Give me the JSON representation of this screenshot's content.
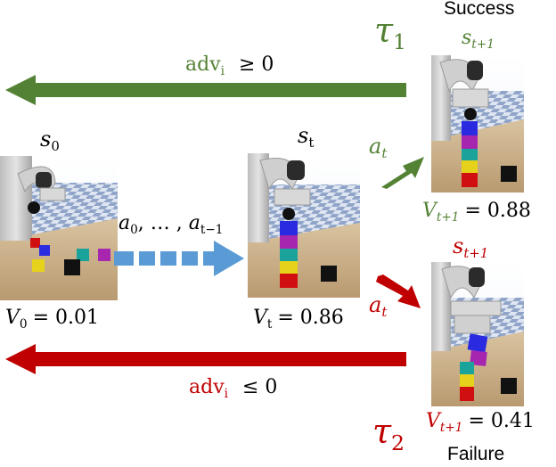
{
  "labels": {
    "success": "Success",
    "failure": "Failure",
    "tau1": {
      "base": "τ",
      "sub": "1"
    },
    "tau2": {
      "base": "τ",
      "sub": "2"
    },
    "adv_top": {
      "base": "adv",
      "sub": "i",
      "rel": "≥ 0"
    },
    "adv_bottom": {
      "base": "adv",
      "sub": "i",
      "rel": "≤ 0"
    },
    "s0": {
      "base": "s",
      "sub": "0"
    },
    "st": {
      "base": "s",
      "sub": "t"
    },
    "s_next_success": {
      "base": "s",
      "sub": "t+1"
    },
    "s_next_failure": {
      "base": "s",
      "sub": "t+1"
    },
    "a_success": {
      "base": "a",
      "sub": "t"
    },
    "a_failure": {
      "base": "a",
      "sub": "t"
    },
    "actions": {
      "a0": "a",
      "a0_sub": "0",
      "sep": ", … , ",
      "a1": "a",
      "a1_sub": "t−1"
    },
    "v0": {
      "base": "V",
      "sub": "0",
      "value": "= 0.01"
    },
    "vt": {
      "base": "V",
      "sub": "t",
      "value": "= 0.86"
    },
    "v_success": {
      "base": "V",
      "sub": "t+1",
      "value": "= 0.88"
    },
    "v_failure": {
      "base": "V",
      "sub": "t+1",
      "value": "= 0.41"
    }
  },
  "colors": {
    "green": "#548235",
    "red": "#c00000",
    "blue": "#5b9bd5",
    "black": "#000000"
  },
  "scenes": {
    "s0": "scattered-cubes",
    "st": "stacked-tower",
    "success": "tower-complete",
    "failure": "tower-toppling"
  }
}
